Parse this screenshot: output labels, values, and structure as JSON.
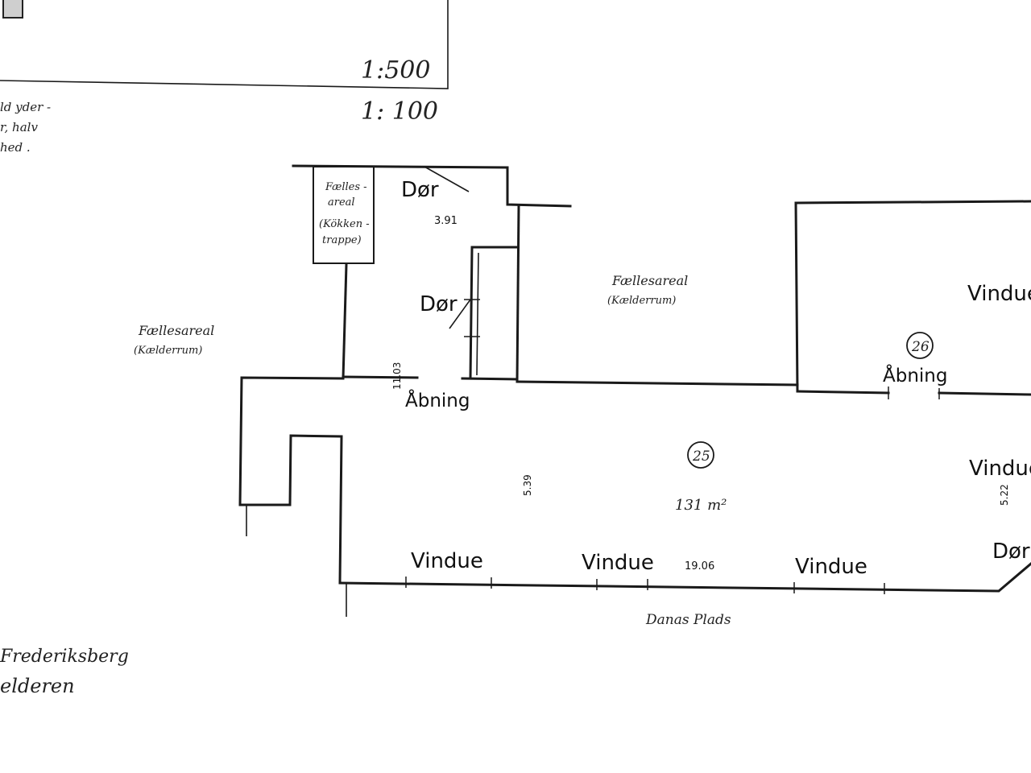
{
  "scale": {
    "top": "1:500",
    "bottom": "1: 100"
  },
  "left_note_lines": [
    "ld yder -",
    "r, halv",
    "hed ."
  ],
  "rooms": {
    "stair_label_lines": [
      "Fælles -",
      "areal",
      "(Kökken -",
      "trappe)"
    ],
    "left_area": {
      "name": "Fællesareal",
      "sub": "(Kælderrum)"
    },
    "mid_area": {
      "name": "Fællesareal",
      "sub": "(Kælderrum)"
    },
    "room25": {
      "number": "25",
      "area": "131 m²"
    },
    "room26": {
      "number": "26"
    }
  },
  "dimensions": {
    "d391": "3.91",
    "d1103": "11.03",
    "d539": "5.39",
    "d1906": "19.06",
    "d522": "5.22"
  },
  "annotations": {
    "door_top": "Dør",
    "door_mid": "Dør",
    "door_right": "Dør",
    "opening_left": "Åbning",
    "opening_right": "Åbning",
    "window_right_top": "Vindue",
    "window_right_mid": "Vindue",
    "window_bottom_1": "Vindue",
    "window_bottom_2": "Vindue",
    "window_bottom_3": "Vindue"
  },
  "street": "Danas Plads",
  "footer_lines": [
    "Frederiksberg",
    "elderen"
  ]
}
